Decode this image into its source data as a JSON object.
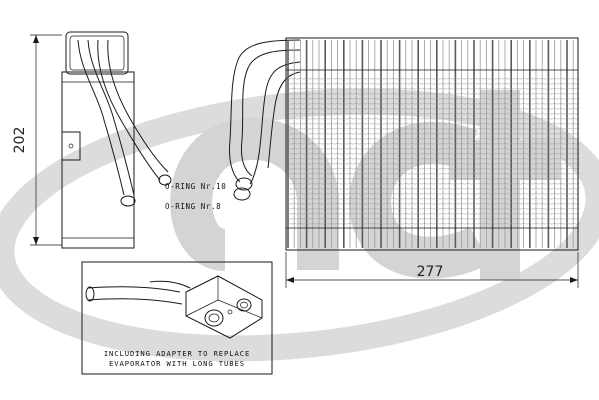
{
  "watermark": {
    "text": "act",
    "color": "#d9d9d9"
  },
  "dimensions": {
    "height_label": "202",
    "width_label": "277"
  },
  "callouts": {
    "o_ring_1": "O-RING Nr.10",
    "o_ring_2": "O-RING Nr.8"
  },
  "inset": {
    "line1": "INCLUDING ADAPTER TO REPLACE",
    "line2": "EVAPORATOR WITH LONG TUBES"
  },
  "colors": {
    "line": "#1a1a1a",
    "fin": "#9a9a9a",
    "fin_dark": "#5a5a5a"
  }
}
